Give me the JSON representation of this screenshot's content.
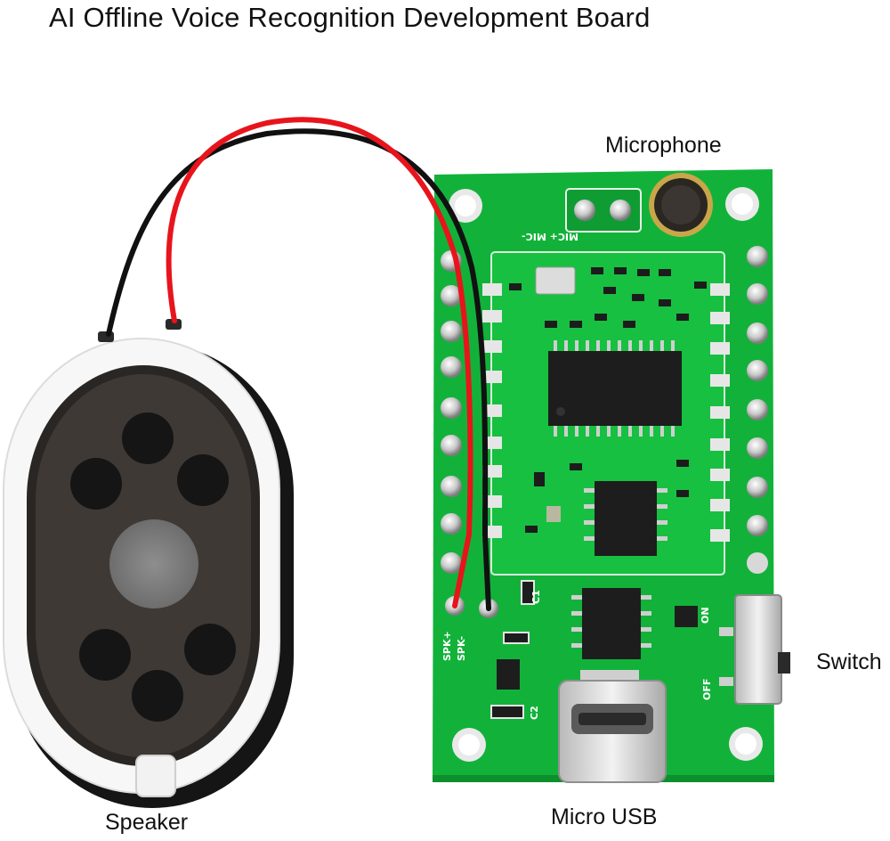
{
  "title": "AI Offline Voice Recognition Development Board",
  "callouts": {
    "microphone": "Microphone",
    "switch": "Switch",
    "speaker": "Speaker",
    "micro_usb": "Micro USB"
  },
  "silkscreen": {
    "mic_pads": "MIC+ MIC-",
    "spk_plus": "SPK+",
    "spk_minus": "SPK-",
    "on": "ON",
    "off": "OFF",
    "c1": "C1",
    "c2": "C2"
  },
  "colors": {
    "pcb": "#12b23a",
    "pcb_dark": "#0c8f2c",
    "speaker_rim": "#ffffff",
    "speaker_grille": "#3c3733",
    "wire_red": "#e8141c",
    "wire_black": "#111111"
  }
}
